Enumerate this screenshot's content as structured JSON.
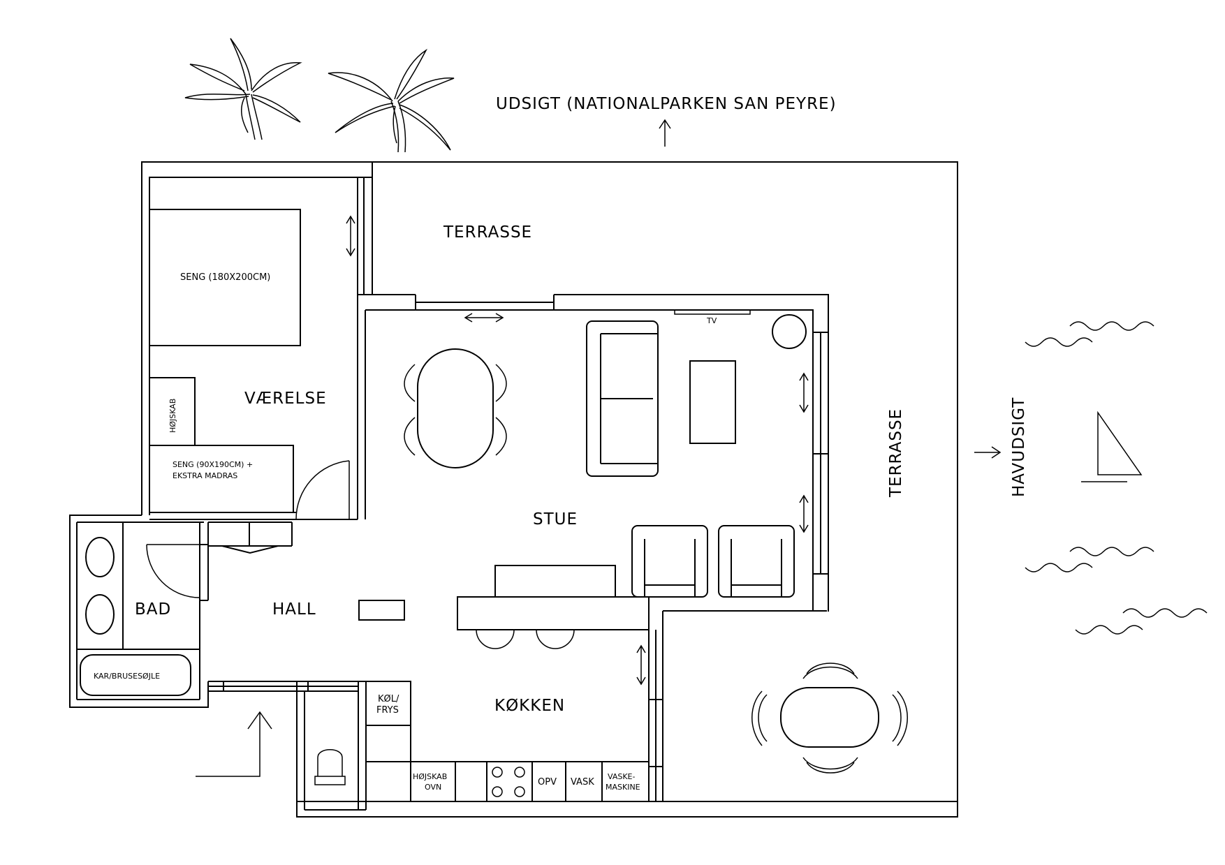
{
  "labels": {
    "view_national_park": "UDSIGT (NATIONALPARKEN SAN PEYRE)",
    "terrace_top": "TERRASSE",
    "terrace_right": "TERRASSE",
    "sea_view": "HAVUDSIGT",
    "bedroom": "VÆRELSE",
    "double_bed": "SENG (180X200CM)",
    "wardrobe_bedroom": "HØJSKAB",
    "single_bed_line1": "SENG (90X190CM) +",
    "single_bed_line2": "EKSTRA MADRAS",
    "living_room": "STUE",
    "tv": "TV",
    "bathroom": "BAD",
    "hall": "HALL",
    "bathtub": "KAR/BRUSESØJLE",
    "kitchen": "KØKKEN",
    "fridge_line1": "KØL/",
    "fridge_line2": "FRYS",
    "oven_line1": "HØJSKAB",
    "oven_line2": "OVN",
    "dishwasher": "OPV",
    "sink": "VASK",
    "washer_line1": "VASKE-",
    "washer_line2": "MASKINE"
  }
}
